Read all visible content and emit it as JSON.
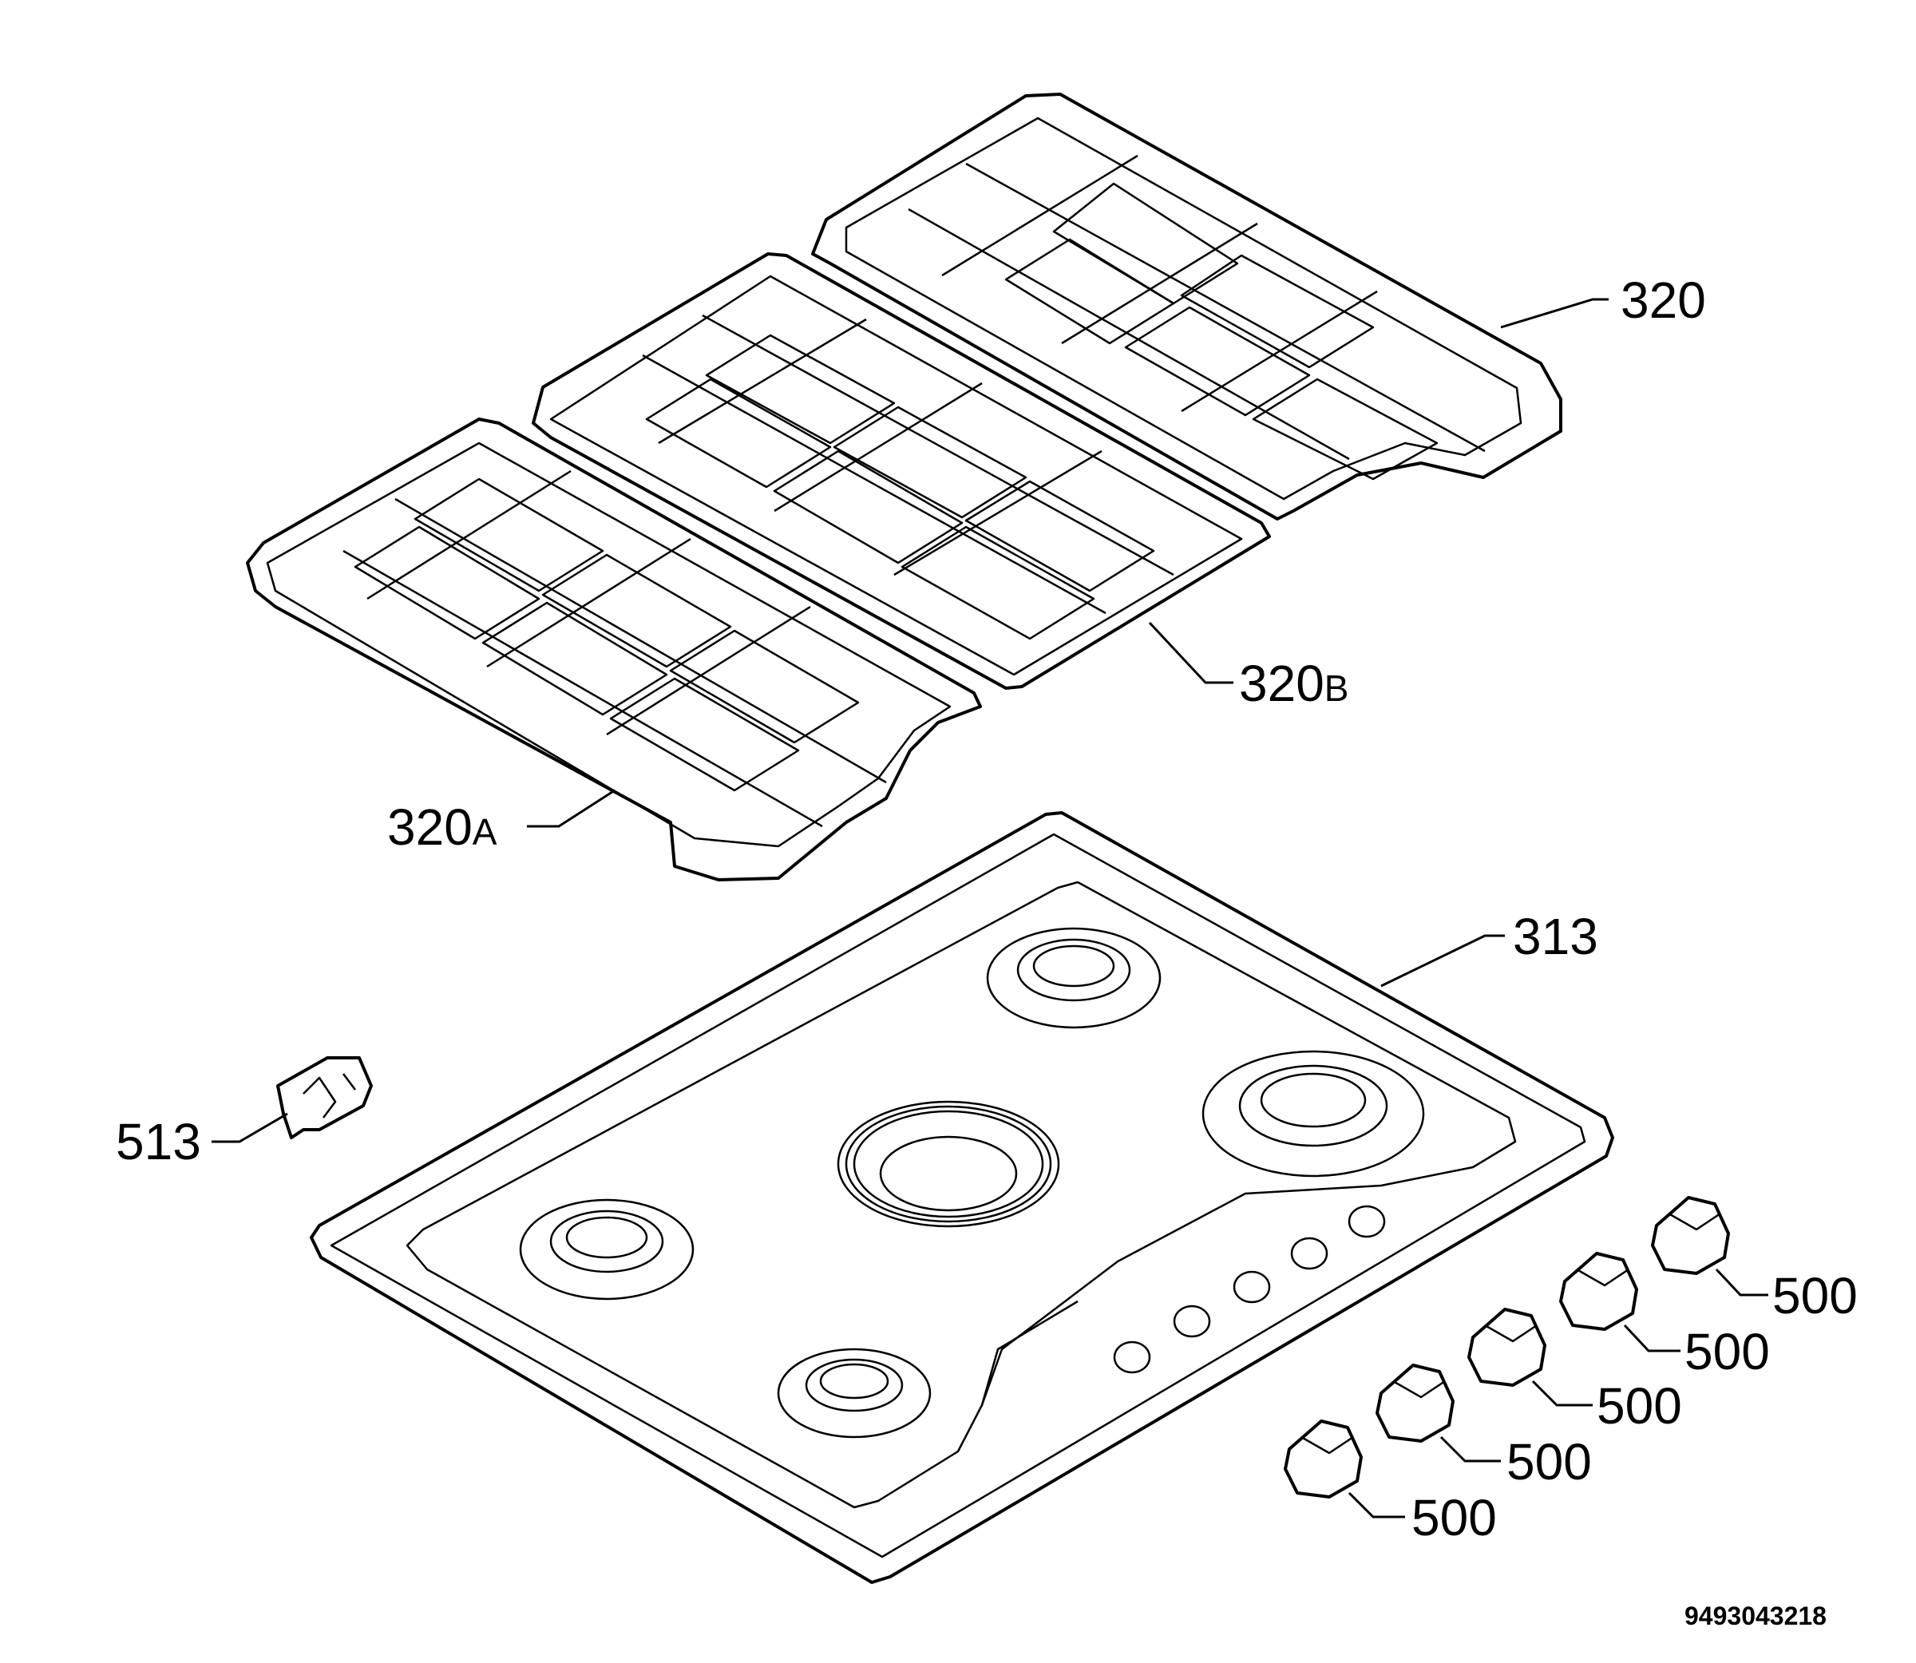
{
  "labels": {
    "grid_rear": "320",
    "grid_middle_num": "320",
    "grid_middle_suffix": "B",
    "grid_front_num": "320",
    "grid_front_suffix": "A",
    "hob_top": "313",
    "clip": "513",
    "knob_1": "500",
    "knob_2": "500",
    "knob_3": "500",
    "knob_4": "500",
    "knob_5": "500"
  },
  "document_number": "9493043218",
  "colors": {
    "line": "#000000",
    "background": "#ffffff"
  }
}
